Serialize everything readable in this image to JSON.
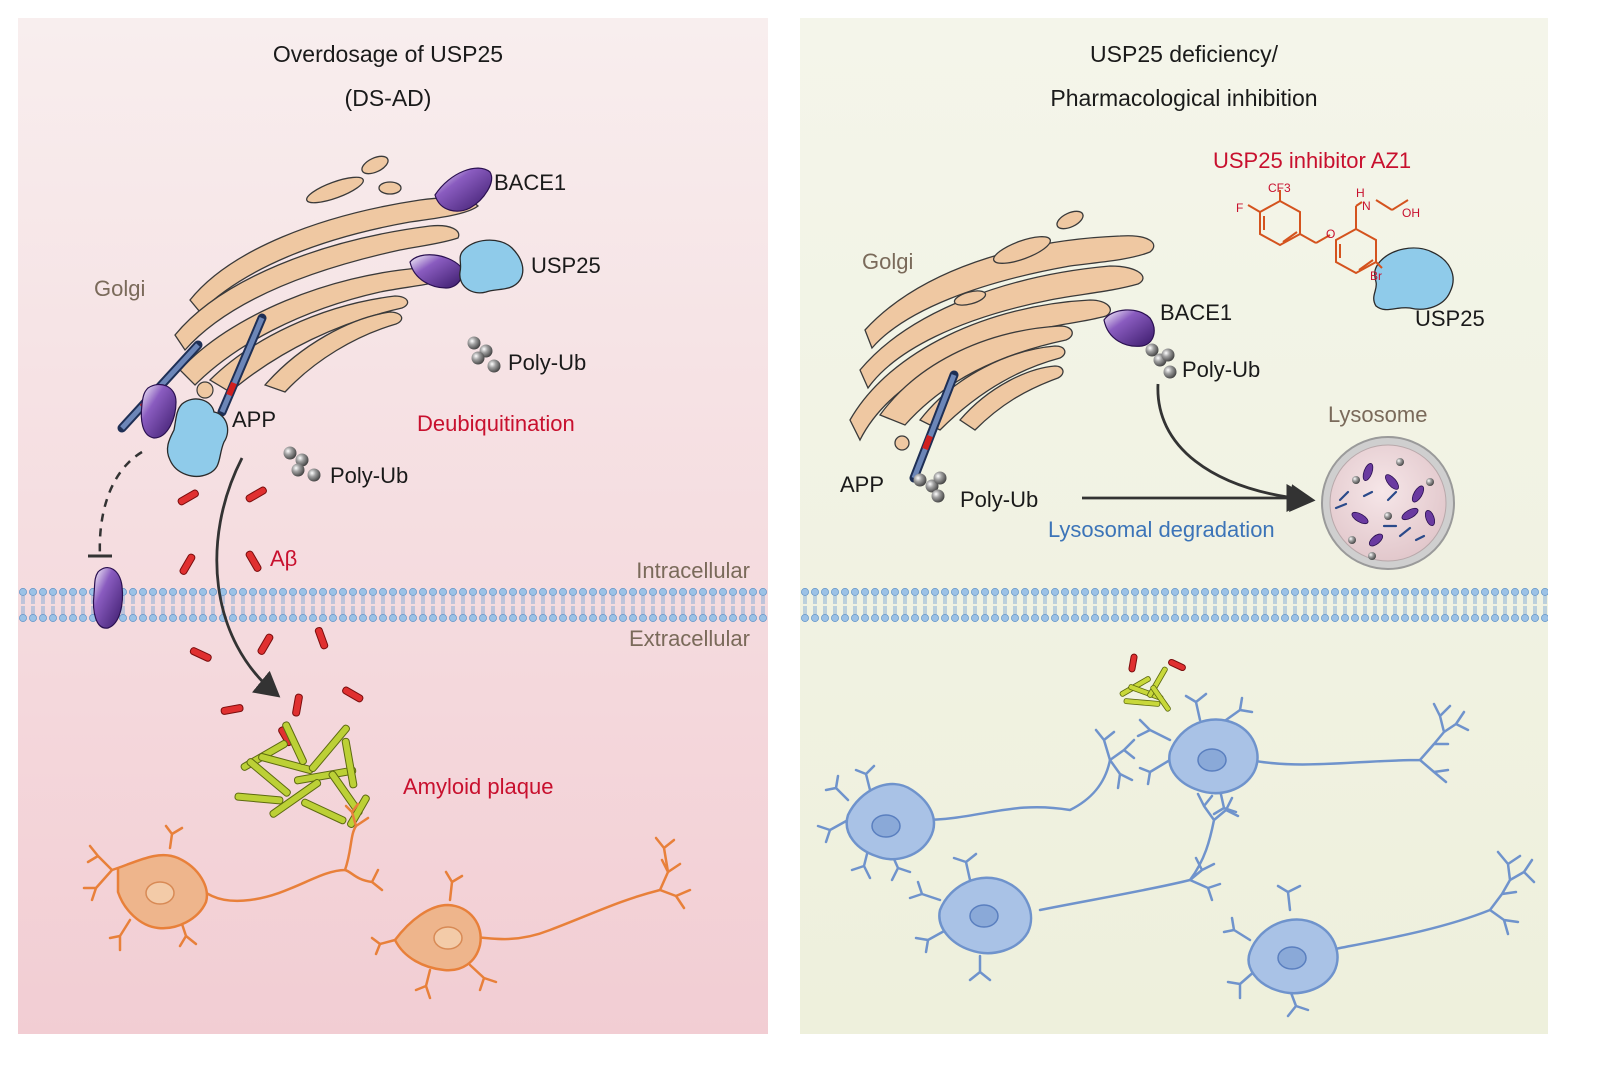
{
  "left_panel": {
    "title_line1": "Overdosage of USP25",
    "title_line2": "(DS-AD)",
    "golgi": "Golgi",
    "bace1": "BACE1",
    "usp25": "USP25",
    "polyub_top": "Poly-Ub",
    "app": "APP",
    "deubiquitination": "Deubiquitination",
    "polyub_mid": "Poly-Ub",
    "abeta": "Aβ",
    "intracellular": "Intracellular",
    "extracellular": "Extracellular",
    "amyloid_plaque": "Amyloid plaque"
  },
  "right_panel": {
    "title_line1": "USP25 deficiency/",
    "title_line2": "Pharmacological inhibition",
    "inhibitor": "USP25 inhibitor AZ1",
    "chem_cf3": "CF3",
    "chem_f": "F",
    "chem_nh": "H",
    "chem_n": "N",
    "chem_oh": "OH",
    "chem_o": "O",
    "chem_br": "Br",
    "golgi": "Golgi",
    "bace1": "BACE1",
    "usp25": "USP25",
    "polyub_top": "Poly-Ub",
    "lysosome": "Lysosome",
    "app": "APP",
    "polyub_bottom": "Poly-Ub",
    "lysosomal_degradation": "Lysosomal degradation"
  },
  "colors": {
    "left_bg_top": "#f7ecec",
    "left_bg_bottom": "#f2cdd2",
    "right_bg": "#f3f4e6",
    "label_red": "#c8102e",
    "label_blue": "#3c74b8",
    "label_grey": "#7a6a5a",
    "golgi": "#efc8a2",
    "bace1": "#5b2a8c",
    "usp25": "#8fcbea",
    "membrane": "#8fb7de",
    "neuron_orange": "#e8803a",
    "neuron_blue": "#6f93cc",
    "plaque": "#b4c82a"
  }
}
